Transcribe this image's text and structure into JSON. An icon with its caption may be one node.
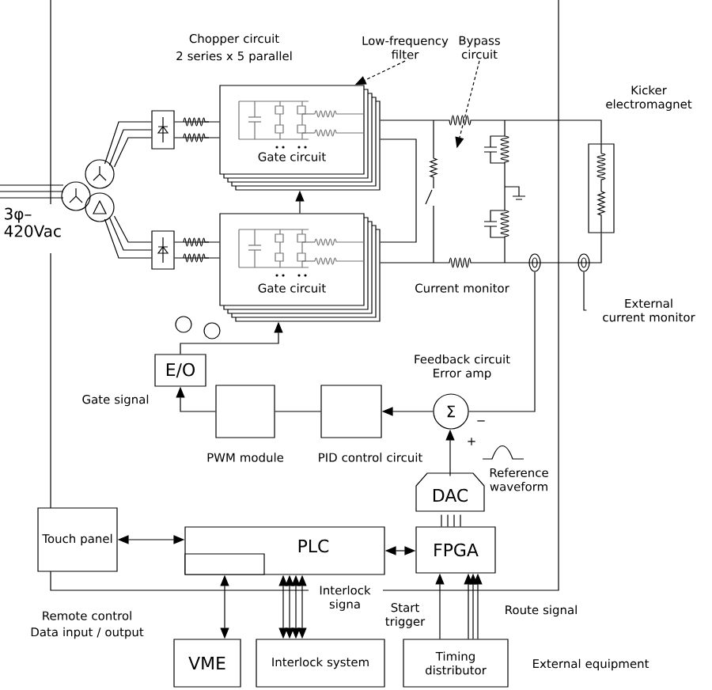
{
  "diagram": {
    "nodes": [
      {
        "text": [],
        "shape": "circle"
      },
      {
        "text": [],
        "shape": "box"
      },
      {
        "text": [],
        "shape": "box"
      },
      {
        "text": [
          "Gate circuit"
        ]
      },
      {
        "text": [
          "Gate circuit"
        ]
      },
      {
        "text": [
          "Kicker electromagnet"
        ]
      },
      {
        "text": [
          "E/O"
        ]
      },
      {
        "text": [],
        "shape": "box",
        "beside": [
          "PWM module"
        ]
      },
      {
        "text": [],
        "shape": "box",
        "beside": [
          "PID control circuit"
        ]
      },
      {
        "text": [
          "Σ"
        ],
        "beside": [
          "Feedback circuit Error amp"
        ]
      },
      {
        "text": [
          "DAC"
        ]
      },
      {
        "text": [
          "FPGA"
        ]
      },
      {
        "text": [
          "PLC"
        ]
      },
      {
        "text": [],
        "shape": "box",
        "in": 12
      },
      {
        "text": [
          "Touch panel"
        ]
      },
      {
        "text": [
          "VME"
        ]
      },
      {
        "text": [
          "Interlock system"
        ]
      },
      {
        "text": [
          "Timing distributor"
        ]
      },
      {
        "text": [],
        "shape": "circle"
      },
      {
        "text": [],
        "shape": "circle"
      },
      {
        "text": [
          "External current monitor"
        ]
      },
      {
        "text": [
          "Low-frequency filter"
        ]
      },
      {
        "text": [
          "Bypass circuit"
        ]
      },
      {
        "text": [],
        "shape": "picture"
      }
    ],
    "edges": [
      {
        "from": null,
        "to": 0,
        "arrow": "none"
      },
      {
        "from": 0,
        "to": 1,
        "arrow": "none"
      },
      {
        "from": 0,
        "to": 2,
        "arrow": "none"
      },
      {
        "from": 1,
        "to": 3,
        "arrow": "none"
      },
      {
        "from": 2,
        "to": 4,
        "arrow": "none"
      },
      {
        "from": 4,
        "to": 3,
        "arrow": "to"
      },
      {
        "from": 6,
        "to": 4,
        "arrow": "to"
      },
      {
        "from": 7,
        "to": 6,
        "arrow": "to",
        "label": "Gate signal"
      },
      {
        "from": 8,
        "to": 7,
        "arrow": "none"
      },
      {
        "from": 9,
        "to": 8,
        "arrow": "to"
      },
      {
        "from": 18,
        "to": 9,
        "arrow": "none"
      },
      {
        "from": 10,
        "to": 9,
        "arrow": "to"
      },
      {
        "from": 11,
        "to": 10,
        "arrow": "none"
      },
      {
        "from": 14,
        "to": 12,
        "arrow": "both"
      },
      {
        "from": 12,
        "to": 11,
        "arrow": "both"
      },
      {
        "from": 13,
        "to": 15,
        "arrow": "both"
      },
      {
        "from": 16,
        "to": 12,
        "arrow": "both",
        "label": "Interlock signa"
      },
      {
        "from": 17,
        "to": 11,
        "arrow": "to",
        "label": "Start trigger"
      },
      {
        "from": 17,
        "to": 11,
        "arrow": "to",
        "label": "Route signal"
      },
      {
        "from": 3,
        "to": 5,
        "arrow": "none"
      },
      {
        "from": 4,
        "to": 5,
        "arrow": "none"
      },
      {
        "from": 20,
        "to": 19,
        "arrow": "none"
      },
      {
        "from": 21,
        "to": 3,
        "arrow": "to",
        "style": "dashed"
      },
      {
        "from": 22,
        "to": 23,
        "arrow": "to",
        "style": "dashed"
      },
      {
        "from": 3,
        "to": 4,
        "arrow": "none"
      }
    ],
    "labels": [
      "Chopper circuit",
      "2 series x 5 parallel",
      "3φ–420Vac",
      "Current monitor",
      "−",
      "+",
      "Reference waveform",
      "Remote control",
      "Data input / output",
      "External equipment"
    ]
  }
}
